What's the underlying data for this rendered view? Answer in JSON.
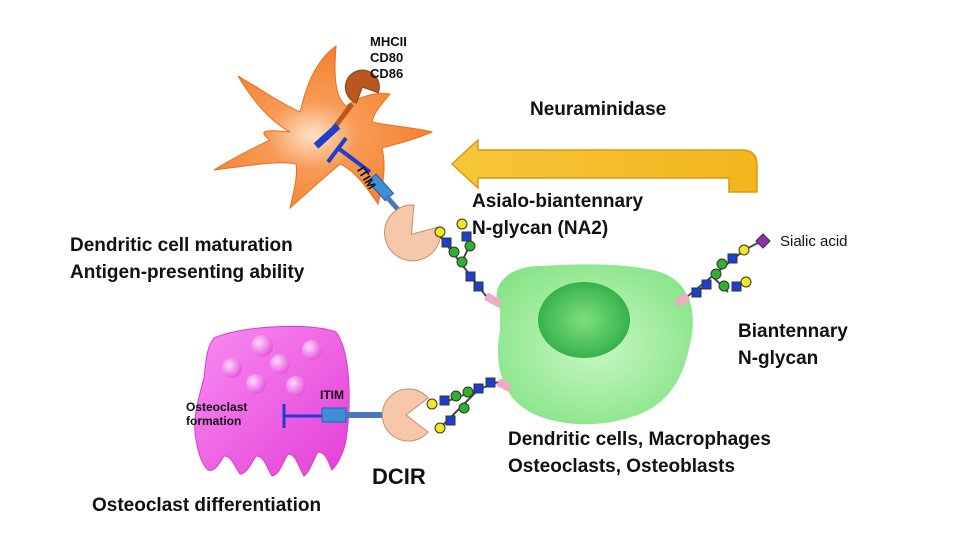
{
  "labels": {
    "mhc_markers": [
      "MHCII",
      "CD80",
      "CD86"
    ],
    "neuraminidase": "Neuraminidase",
    "itim_top": "ITIM",
    "asialo": [
      "Asialo-biantennary",
      "N-glycan (NA2)"
    ],
    "dendritic_outcome": [
      "Dendritic cell maturation",
      "Antigen-presenting ability"
    ],
    "sialic_acid": "Sialic acid",
    "biantennary": [
      "Biantennary",
      "N-glycan"
    ],
    "itim_bottom": "ITIM",
    "osteoclast_formation": [
      "Osteoclast",
      "formation"
    ],
    "cell_types": [
      "Dendritic cells, Macrophages",
      "Osteoclasts, Osteoblasts"
    ],
    "dcir": "DCIR",
    "osteoclast_outcome": "Osteoclast differentiation"
  },
  "colors": {
    "dendritic_cell": "#F57C2A",
    "central_cell": "#8EE88E",
    "nucleus": "#3DBE4F",
    "osteoclast": "#F25CE8",
    "receptor": "#F6C7A8",
    "arrow": "#F2B51E",
    "glcnac": "#1C3FCF",
    "galactose": "#F2E81E",
    "mannose": "#2FB02F",
    "sialic_acid": "#8E2FB0",
    "mhc": "#B8581E",
    "itim_box": "#3F8FD6",
    "inhibition_bar": "#1C3FCF"
  }
}
